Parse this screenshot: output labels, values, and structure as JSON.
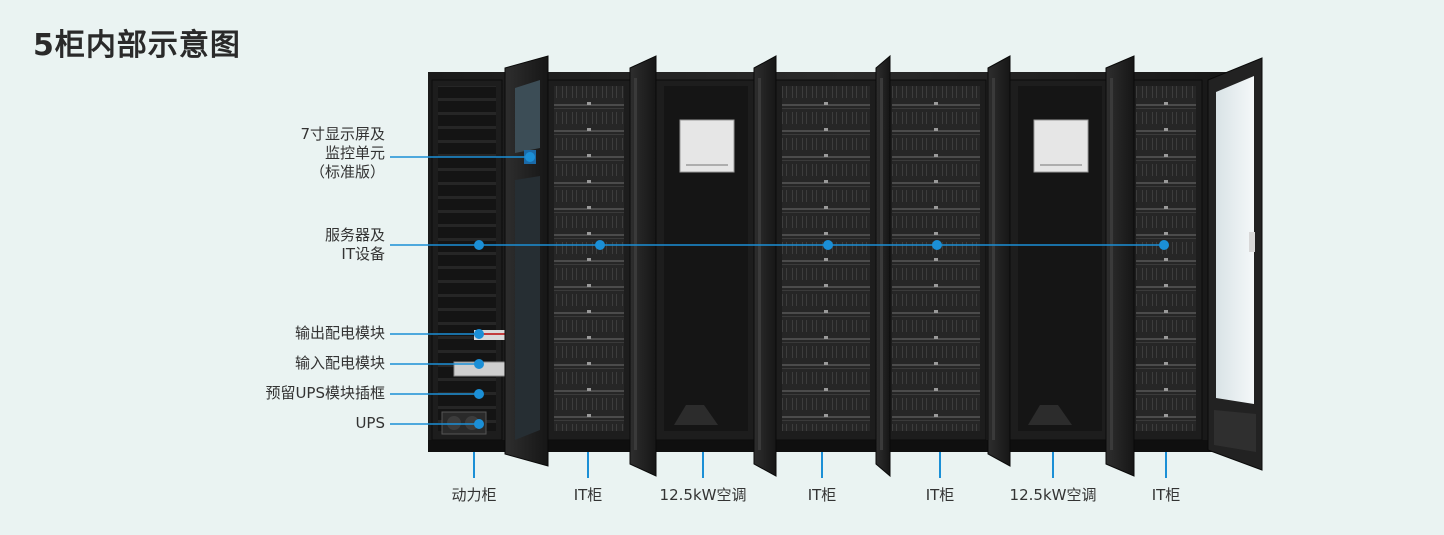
{
  "title": "5柜内部示意图",
  "accent_color": "#1b8fd6",
  "callouts": [
    {
      "id": "screen",
      "label": "7寸显示屏及\n监控单元\n（标准版）"
    },
    {
      "id": "server",
      "label": "服务器及\nIT设备"
    },
    {
      "id": "output",
      "label": "输出配电模块"
    },
    {
      "id": "input",
      "label": "输入配电模块"
    },
    {
      "id": "reserve",
      "label": "预留UPS模块插框"
    },
    {
      "id": "ups",
      "label": "UPS"
    }
  ],
  "cabinets": [
    {
      "label": "动力柜"
    },
    {
      "label": "IT柜"
    },
    {
      "label": "12.5kW空调"
    },
    {
      "label": "IT柜"
    },
    {
      "label": "IT柜"
    },
    {
      "label": "12.5kW空调"
    },
    {
      "label": "IT柜"
    }
  ]
}
